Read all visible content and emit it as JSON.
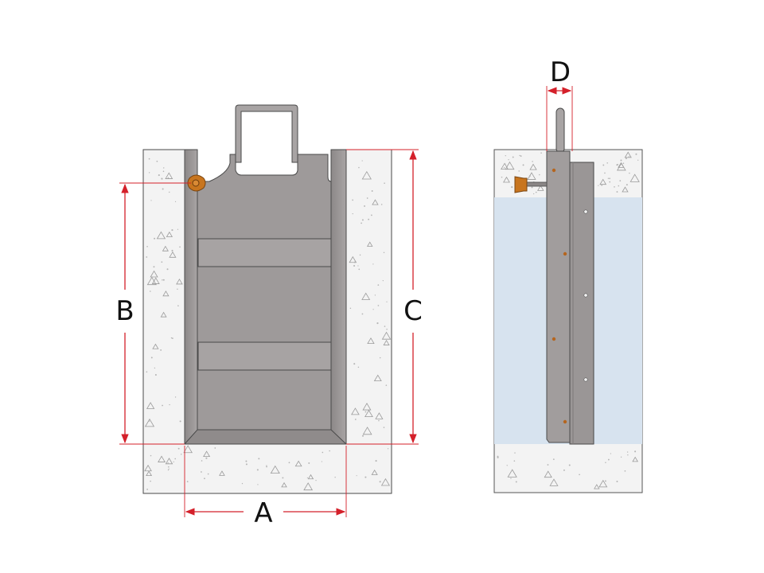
{
  "dimensions": {
    "a": "A",
    "b": "B",
    "c": "C",
    "d": "D"
  },
  "colors": {
    "concrete": "#f3f3f3",
    "concrete_outline": "#555555",
    "steel": "#9e9a9a",
    "steel_dark": "#8a8686",
    "steel_light": "#b3afaf",
    "water": "#d7e3ef",
    "dimension_line": "#d4202a",
    "valve_brass": "#c8751e"
  },
  "icons": {
    "arrowhead": "arrowhead-icon",
    "aggregate": "triangle-aggregate-icon"
  }
}
